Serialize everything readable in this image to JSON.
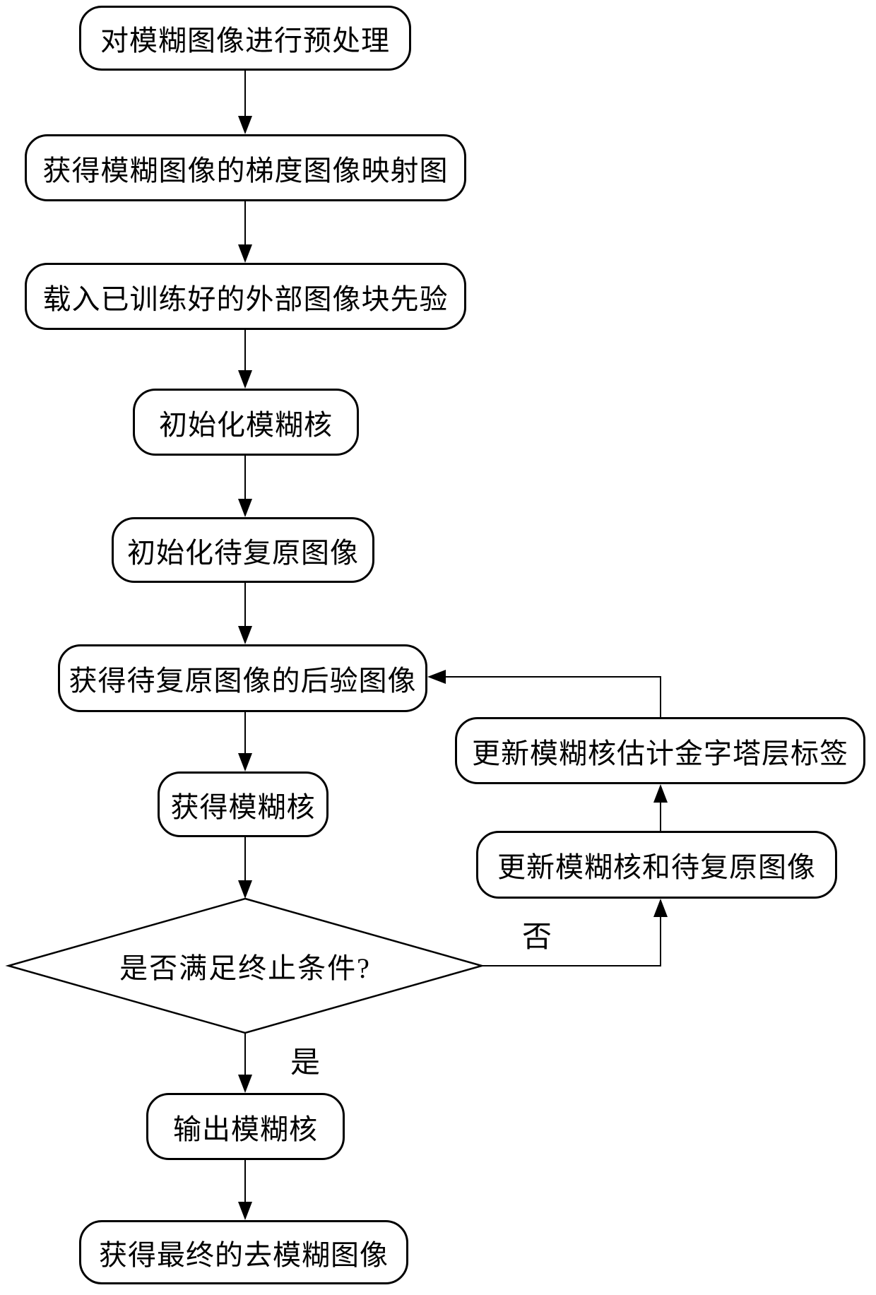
{
  "flowchart": {
    "colors": {
      "stroke": "#000000",
      "node_fill": "#ffffff",
      "background": "#ffffff"
    },
    "nodes": [
      {
        "id": "preprocess",
        "shape": "rounded-rect",
        "label": "对模糊图像进行预处理"
      },
      {
        "id": "gradient-map",
        "shape": "rounded-rect",
        "label": "获得模糊图像的梯度图像映射图"
      },
      {
        "id": "load-prior",
        "shape": "rounded-rect",
        "label": "载入已训练好的外部图像块先验"
      },
      {
        "id": "init-kernel",
        "shape": "rounded-rect",
        "label": "初始化模糊核"
      },
      {
        "id": "init-restore-image",
        "shape": "rounded-rect",
        "label": "初始化待复原图像"
      },
      {
        "id": "posterior-image",
        "shape": "rounded-rect",
        "label": "获得待复原图像的后验图像"
      },
      {
        "id": "get-kernel",
        "shape": "rounded-rect",
        "label": "获得模糊核"
      },
      {
        "id": "decision",
        "shape": "diamond",
        "label": "是否满足终止条件?"
      },
      {
        "id": "output-kernel",
        "shape": "rounded-rect",
        "label": "输出模糊核"
      },
      {
        "id": "final-deblurred",
        "shape": "rounded-rect",
        "label": "获得最终的去模糊图像"
      },
      {
        "id": "update-pyramid-label",
        "shape": "rounded-rect",
        "label": "更新模糊核估计金字塔层标签"
      },
      {
        "id": "update-kernel-image",
        "shape": "rounded-rect",
        "label": "更新模糊核和待复原图像"
      }
    ],
    "branch_labels": {
      "yes": "是",
      "no": "否"
    }
  }
}
